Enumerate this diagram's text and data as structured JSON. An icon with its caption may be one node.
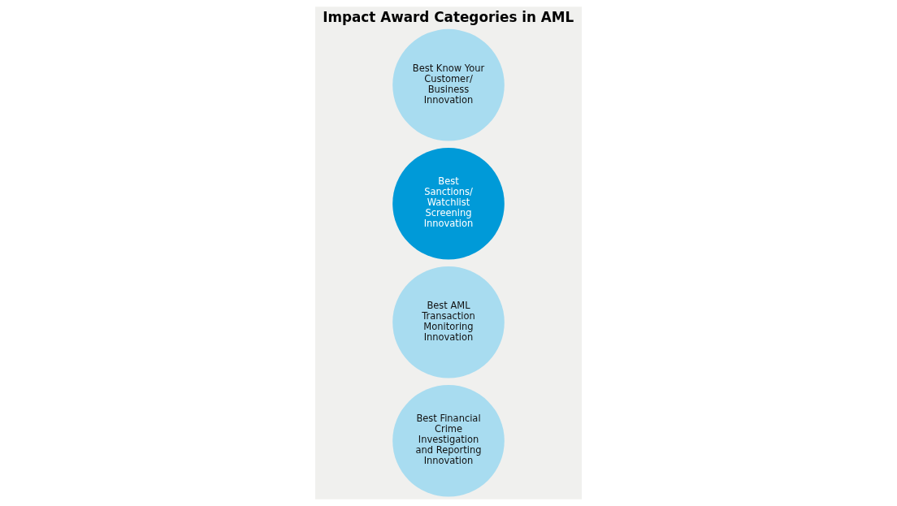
{
  "diagram": {
    "title": "Impact Award Categories in AML",
    "nodes": [
      {
        "text": [
          "Best Know Your Customer/ Business Innovation"
        ]
      },
      {
        "text": [
          "Best Sanctions/ Watchlist Screening Innovation"
        ]
      },
      {
        "text": [
          "Best AML Transaction Monitoring Innovation"
        ]
      },
      {
        "text": [
          "Best Financial Crime Investigation and Reporting Innovation"
        ]
      }
    ]
  }
}
